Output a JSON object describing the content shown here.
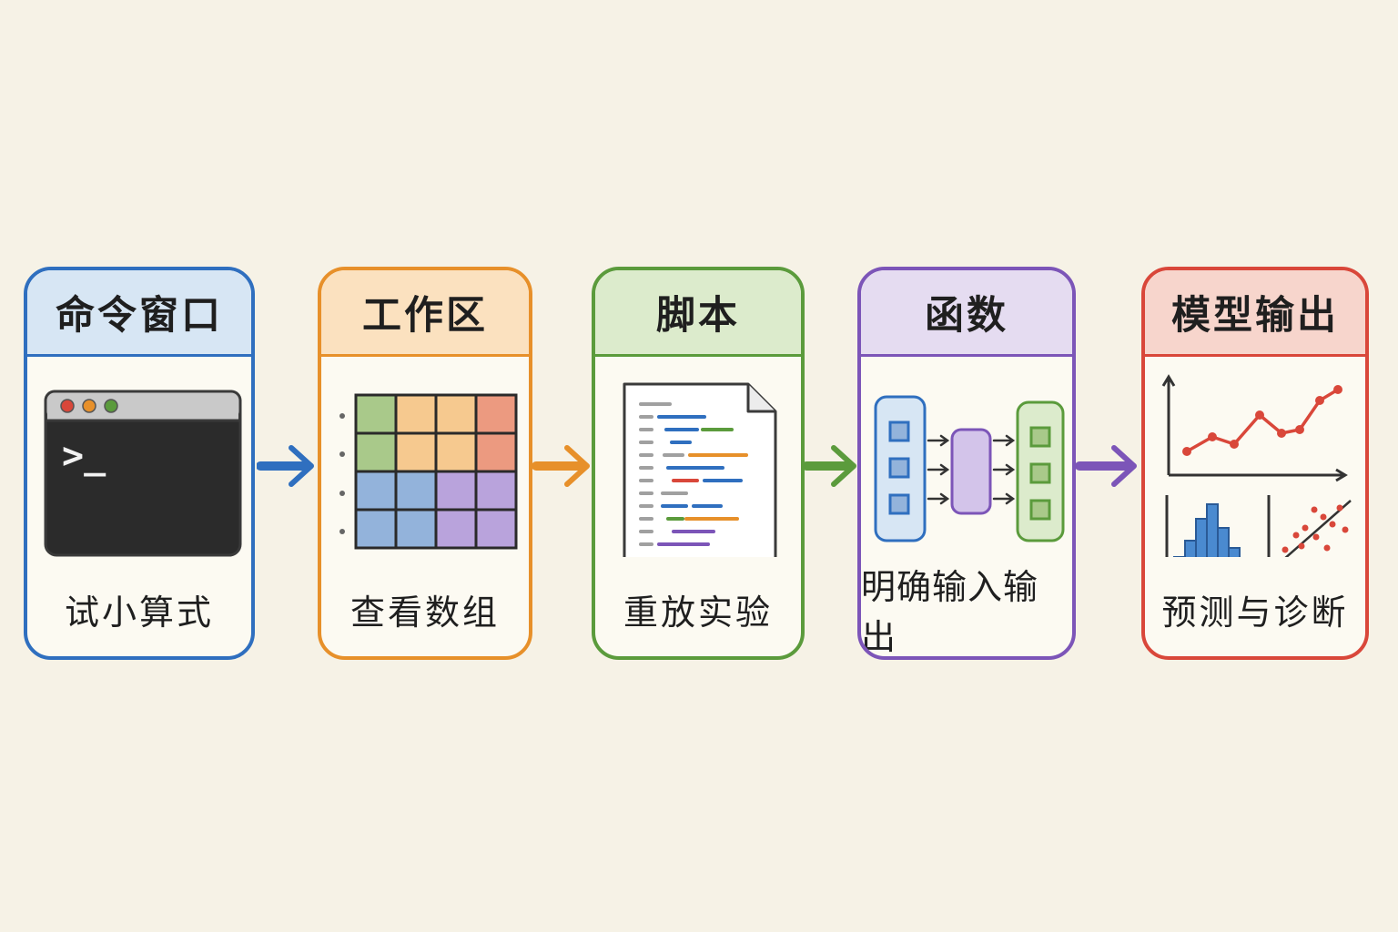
{
  "stages": [
    {
      "title": "命令窗口",
      "caption": "试小算式",
      "color": "#2f6fbf",
      "head_color": "#d7e6f4",
      "icon": "terminal-icon"
    },
    {
      "title": "工作区",
      "caption": "查看数组",
      "color": "#e7902a",
      "head_color": "#fbe1bf",
      "icon": "spreadsheet-grid-icon"
    },
    {
      "title": "脚本",
      "caption": "重放实验",
      "color": "#5b9b3c",
      "head_color": "#dcebcc",
      "icon": "script-document-icon"
    },
    {
      "title": "函数",
      "caption": "明确输入输出",
      "color": "#7c55b8",
      "head_color": "#e5dcf1",
      "icon": "function-block-icon"
    },
    {
      "title": "模型输出",
      "caption": "预测与诊断",
      "color": "#d9473a",
      "head_color": "#f7d5cc",
      "icon": "model-charts-icon"
    }
  ],
  "terminal": {
    "prompt": ">_"
  }
}
